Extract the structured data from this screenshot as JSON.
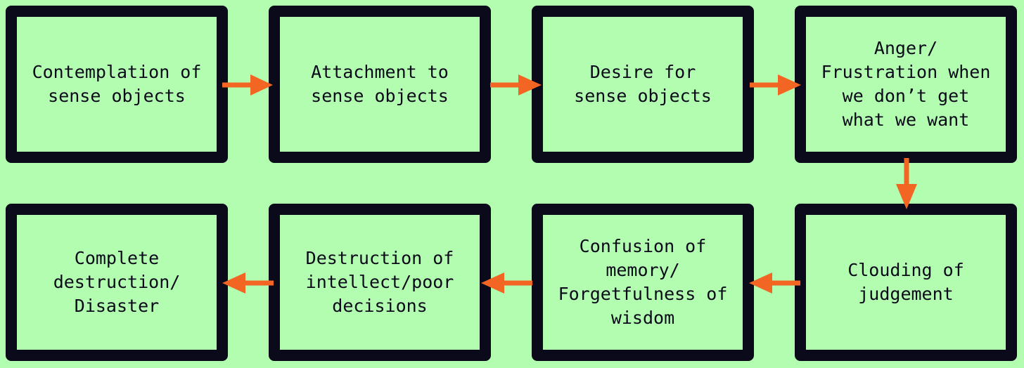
{
  "colors": {
    "background": "#b3fdb0",
    "border": "#0a0a1a",
    "arrow": "#f26522",
    "text": "#0a0a1a"
  },
  "nodes": [
    {
      "id": "n1",
      "text": "Contemplation of\nsense objects"
    },
    {
      "id": "n2",
      "text": "Attachment to\nsense objects"
    },
    {
      "id": "n3",
      "text": "Desire for\nsense objects"
    },
    {
      "id": "n4",
      "text": "Anger/\nFrustration when\nwe don’t get\nwhat we want"
    },
    {
      "id": "n5",
      "text": "Clouding of\njudgement"
    },
    {
      "id": "n6",
      "text": "Confusion of\nmemory/\nForgetfulness of\nwisdom"
    },
    {
      "id": "n7",
      "text": "Destruction of\nintellect/poor\ndecisions"
    },
    {
      "id": "n8",
      "text": "Complete\ndestruction/\nDisaster"
    }
  ],
  "edges": [
    {
      "from": "n1",
      "to": "n2"
    },
    {
      "from": "n2",
      "to": "n3"
    },
    {
      "from": "n3",
      "to": "n4"
    },
    {
      "from": "n4",
      "to": "n5"
    },
    {
      "from": "n5",
      "to": "n6"
    },
    {
      "from": "n6",
      "to": "n7"
    },
    {
      "from": "n7",
      "to": "n8"
    }
  ]
}
